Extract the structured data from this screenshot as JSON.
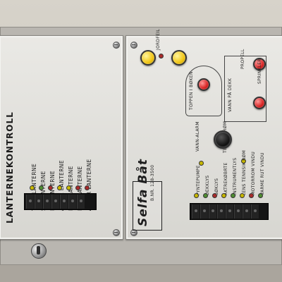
{
  "left_panel": {
    "title": "LANTERNEKONTROLL",
    "items": [
      "TOPP LANTERNE",
      "SB LANTERNE",
      "BB LANTERNE",
      "AKTER LANTERNE",
      "FISK LANTERNE",
      "NUC LANTERNE",
      "ANKER LANTERNE"
    ]
  },
  "right_panel": {
    "brand": "Selfa Båt",
    "model": "B.NR. 128-3500",
    "top_labels": [
      "JORDFEIL",
      "PROPELL",
      "SPRINKLER",
      "VANN PÅ DEKK",
      "TOPPEN I BØKEN"
    ],
    "middle_labels": [
      "VANN-ALARM",
      "TENNSIK RØM"
    ],
    "bottom_labels": [
      "PYNTEPUMPE",
      "DEKKLYS",
      "SØKLYS",
      "AKTREKØBRTE",
      "INSTRUMENTLYS",
      "LENS TENNSIK RØM",
      "MOTORROM VINDU",
      "VARME RUT VINDU"
    ]
  },
  "colors": {
    "panel": "#e3e2de",
    "text": "#1d1d1d",
    "led_yellow": "#c7b700",
    "led_green": "#4f8d32",
    "led_red": "#a82b2b",
    "button_red": "#d61d1d",
    "button_yellow": "#f1c40f"
  },
  "icons": {
    "left_lock": "lock-icon",
    "buttons": "push-button-icon",
    "leds": "indicator-led-icon"
  }
}
